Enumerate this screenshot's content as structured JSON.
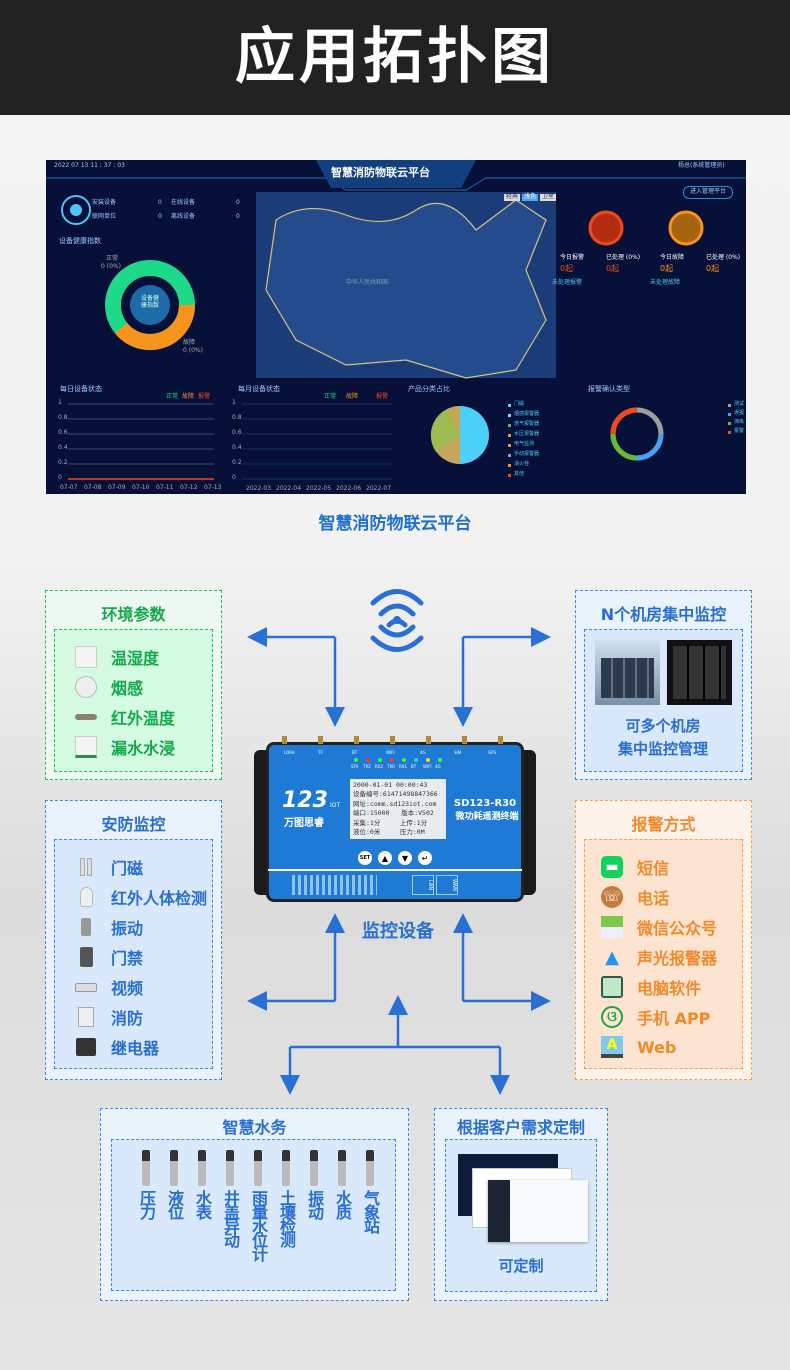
{
  "header": {
    "title": "应用拓扑图"
  },
  "dashboard": {
    "datetime": "2022 07 13 11 : 37 : 03",
    "title": "智慧消防物联云平台",
    "user": "杨总(系统管理员)",
    "enter_button": "进入管理平台",
    "map_modes": [
      "经典",
      "浅色",
      "卫星"
    ],
    "stats": [
      {
        "label": "安装设备",
        "value": "0"
      },
      {
        "label": "在线设备",
        "value": "0"
      },
      {
        "label": "联网单位",
        "value": "0"
      },
      {
        "label": "离线设备",
        "value": "0"
      }
    ],
    "health_title": "设备健康指数",
    "health_center": "设备健康指数",
    "health_normal": "正常",
    "health_normal_val": "0 (0%)",
    "health_fault": "故障",
    "health_fault_val": "0 (0%)",
    "alarm": [
      {
        "label": "今日报警",
        "value": "0",
        "unit": "起"
      },
      {
        "label": "已处理 (0%)",
        "value": "0",
        "unit": "起"
      },
      {
        "label": "今日故障",
        "value": "0",
        "unit": "起"
      },
      {
        "label": "已处理 (0%)",
        "value": "0",
        "unit": "起"
      }
    ],
    "unhandled_alarm": "未处理报警",
    "unhandled_fault": "未处理故障",
    "map_label": "中华人民共和国",
    "colors": {
      "normal": "#1ed98a",
      "fault": "#f7941d",
      "alarm": "#f04a1a",
      "accent": "#4fc3f7"
    }
  },
  "chart_data": [
    {
      "type": "line",
      "title": "每日设备状态",
      "legend": [
        "正常",
        "故障",
        "报警"
      ],
      "categories": [
        "07-07",
        "07-08",
        "07-09",
        "07-10",
        "07-11",
        "07-12",
        "07-13"
      ],
      "series": [
        {
          "name": "正常",
          "values": [
            0,
            0,
            0,
            0,
            0,
            0,
            0
          ]
        },
        {
          "name": "故障",
          "values": [
            0,
            0,
            0,
            0,
            0,
            0,
            0
          ]
        },
        {
          "name": "报警",
          "values": [
            0,
            0,
            0,
            0,
            0,
            0,
            0
          ]
        }
      ],
      "yticks": [
        "0",
        "0.2",
        "0.4",
        "0.6",
        "0.8",
        "1"
      ],
      "ylim": [
        0,
        1
      ]
    },
    {
      "type": "bar",
      "title": "每月设备状态",
      "legend": [
        "正常",
        "故障",
        "报警"
      ],
      "categories": [
        "2022-03",
        "2022-04",
        "2022-05",
        "2022-06",
        "2022-07"
      ],
      "yticks": [
        "0",
        "0.2",
        "0.4",
        "0.6",
        "0.8",
        "1"
      ],
      "ylim": [
        0,
        1
      ]
    },
    {
      "type": "pie",
      "title": "产品分类占比",
      "legend": [
        "门磁",
        "烟感报警器",
        "燃气报警器",
        "水压报警器",
        "电气监测",
        "手动报警器",
        "消火栓",
        "其他"
      ],
      "values": [
        50,
        5,
        4,
        4,
        4,
        4,
        4,
        25
      ]
    },
    {
      "type": "pie",
      "title": "报警确认类型",
      "legend": [
        "测试",
        "误报",
        "演练",
        "报警"
      ],
      "values": [
        25,
        25,
        25,
        25
      ],
      "colors": [
        "#9e9e9e",
        "#42a5f5",
        "#66bb33",
        "#f04a1a"
      ]
    }
  ],
  "caption": "智慧消防物联云平台",
  "env": {
    "title": "环境参数",
    "items": [
      "温湿度",
      "烟感",
      "红外温度",
      "漏水水浸"
    ]
  },
  "security": {
    "title": "安防监控",
    "items": [
      "门磁",
      "红外人体检测",
      "振动",
      "门禁",
      "视频",
      "消防",
      "继电器"
    ]
  },
  "rooms": {
    "title": "N个机房集中监控",
    "desc1": "可多个机房",
    "desc2": "集中监控管理"
  },
  "alarm_methods": {
    "title": "报警方式",
    "items": [
      "短信",
      "电话",
      "微信公众号",
      "声光报警器",
      "电脑软件",
      "手机 APP",
      "Web"
    ]
  },
  "device": {
    "label": "监控设备",
    "brand": "万图思睿",
    "logo": "123",
    "logo_sub": "IOT",
    "model": "SD123-R30",
    "model_desc": "微功耗遥测终端",
    "leds": [
      "STA",
      "TX2",
      "RX2",
      "TX0",
      "RX1",
      "BT",
      "WIFI",
      "4G"
    ],
    "antennas": [
      "LORA",
      "TF",
      "BT",
      "WIFI",
      "4G",
      "SIM",
      "GPS"
    ],
    "screen": [
      "2000-01-01 00:00:43",
      "设备编号:61471498847366",
      "网址:comm.sd123iot.com",
      "端口:15000   版本:V502",
      "采集:1分     上传:1分",
      "液位:0米     压力:0M"
    ],
    "buttons": [
      "SET",
      "▲",
      "▼",
      "↵"
    ],
    "ports": [
      "LAN",
      "WAN"
    ]
  },
  "water": {
    "title": "智慧水务",
    "items": [
      "压力",
      "液位",
      "水表",
      "井盖异动",
      "雨量水位计",
      "土壤检测",
      "振动",
      "水质",
      "气象站"
    ]
  },
  "custom": {
    "title": "根据客户需求定制",
    "desc": "可定制"
  }
}
